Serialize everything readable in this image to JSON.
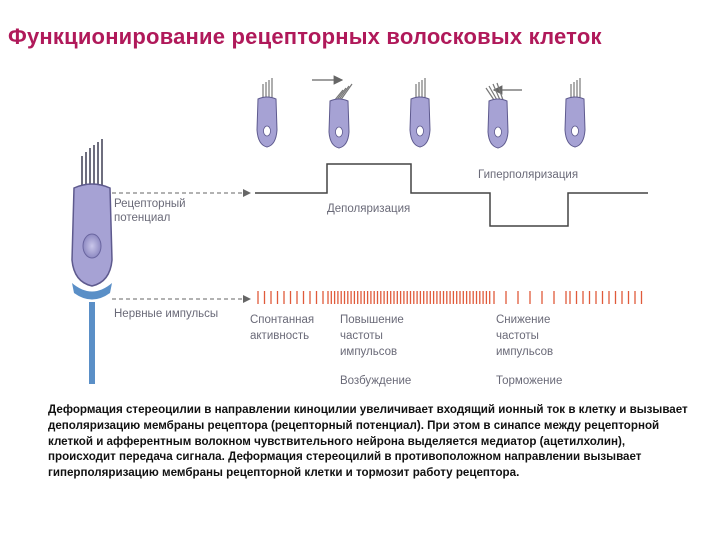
{
  "title": "Функционирование рецепторных волосковых клеток",
  "labels": {
    "receptor_potential": [
      "Рецепторный",
      "потенциал"
    ],
    "nerve_impulses": "Нервные импульсы",
    "depolarization": "Деполяризация",
    "hyperpolarization": "Гиперполяризация",
    "spontaneous_activity": [
      "Спонтанная",
      "активность"
    ],
    "increase_frequency": [
      "Повышение",
      "частоты",
      "импульсов"
    ],
    "decrease_frequency": [
      "Снижение",
      "частоты",
      "импульсов"
    ],
    "excitation": "Возбуждение",
    "inhibition": "Торможение"
  },
  "caption": "Деформация стереоцилии в направлении киноцилии увеличивает входящий ионный ток в клетку и вызывает деполяризацию мембраны рецептора (рецепторный потенциал). При этом в синапсе между рецепторной клеткой и афферентным волокном чувствительного нейрона выделяется медиатор (ацетилхолин), происходит передача сигнала. Деформация стереоцилий в противоположном направлении вызывает гиперполяризацию мембраны рецепторной клетки и тормозит работу рецептора.",
  "colors": {
    "title": "#b0195a",
    "cell_fill": "#a6a2d4",
    "cell_stroke": "#5e5a8e",
    "fiber": "#5a8fc7",
    "impulse": "#e05a3a",
    "guide": "#666666"
  },
  "icons": [
    "hair-cell-icon",
    "stereocilia-icon",
    "arrow-right-icon",
    "arrow-left-icon",
    "nerve-fiber-icon"
  ]
}
